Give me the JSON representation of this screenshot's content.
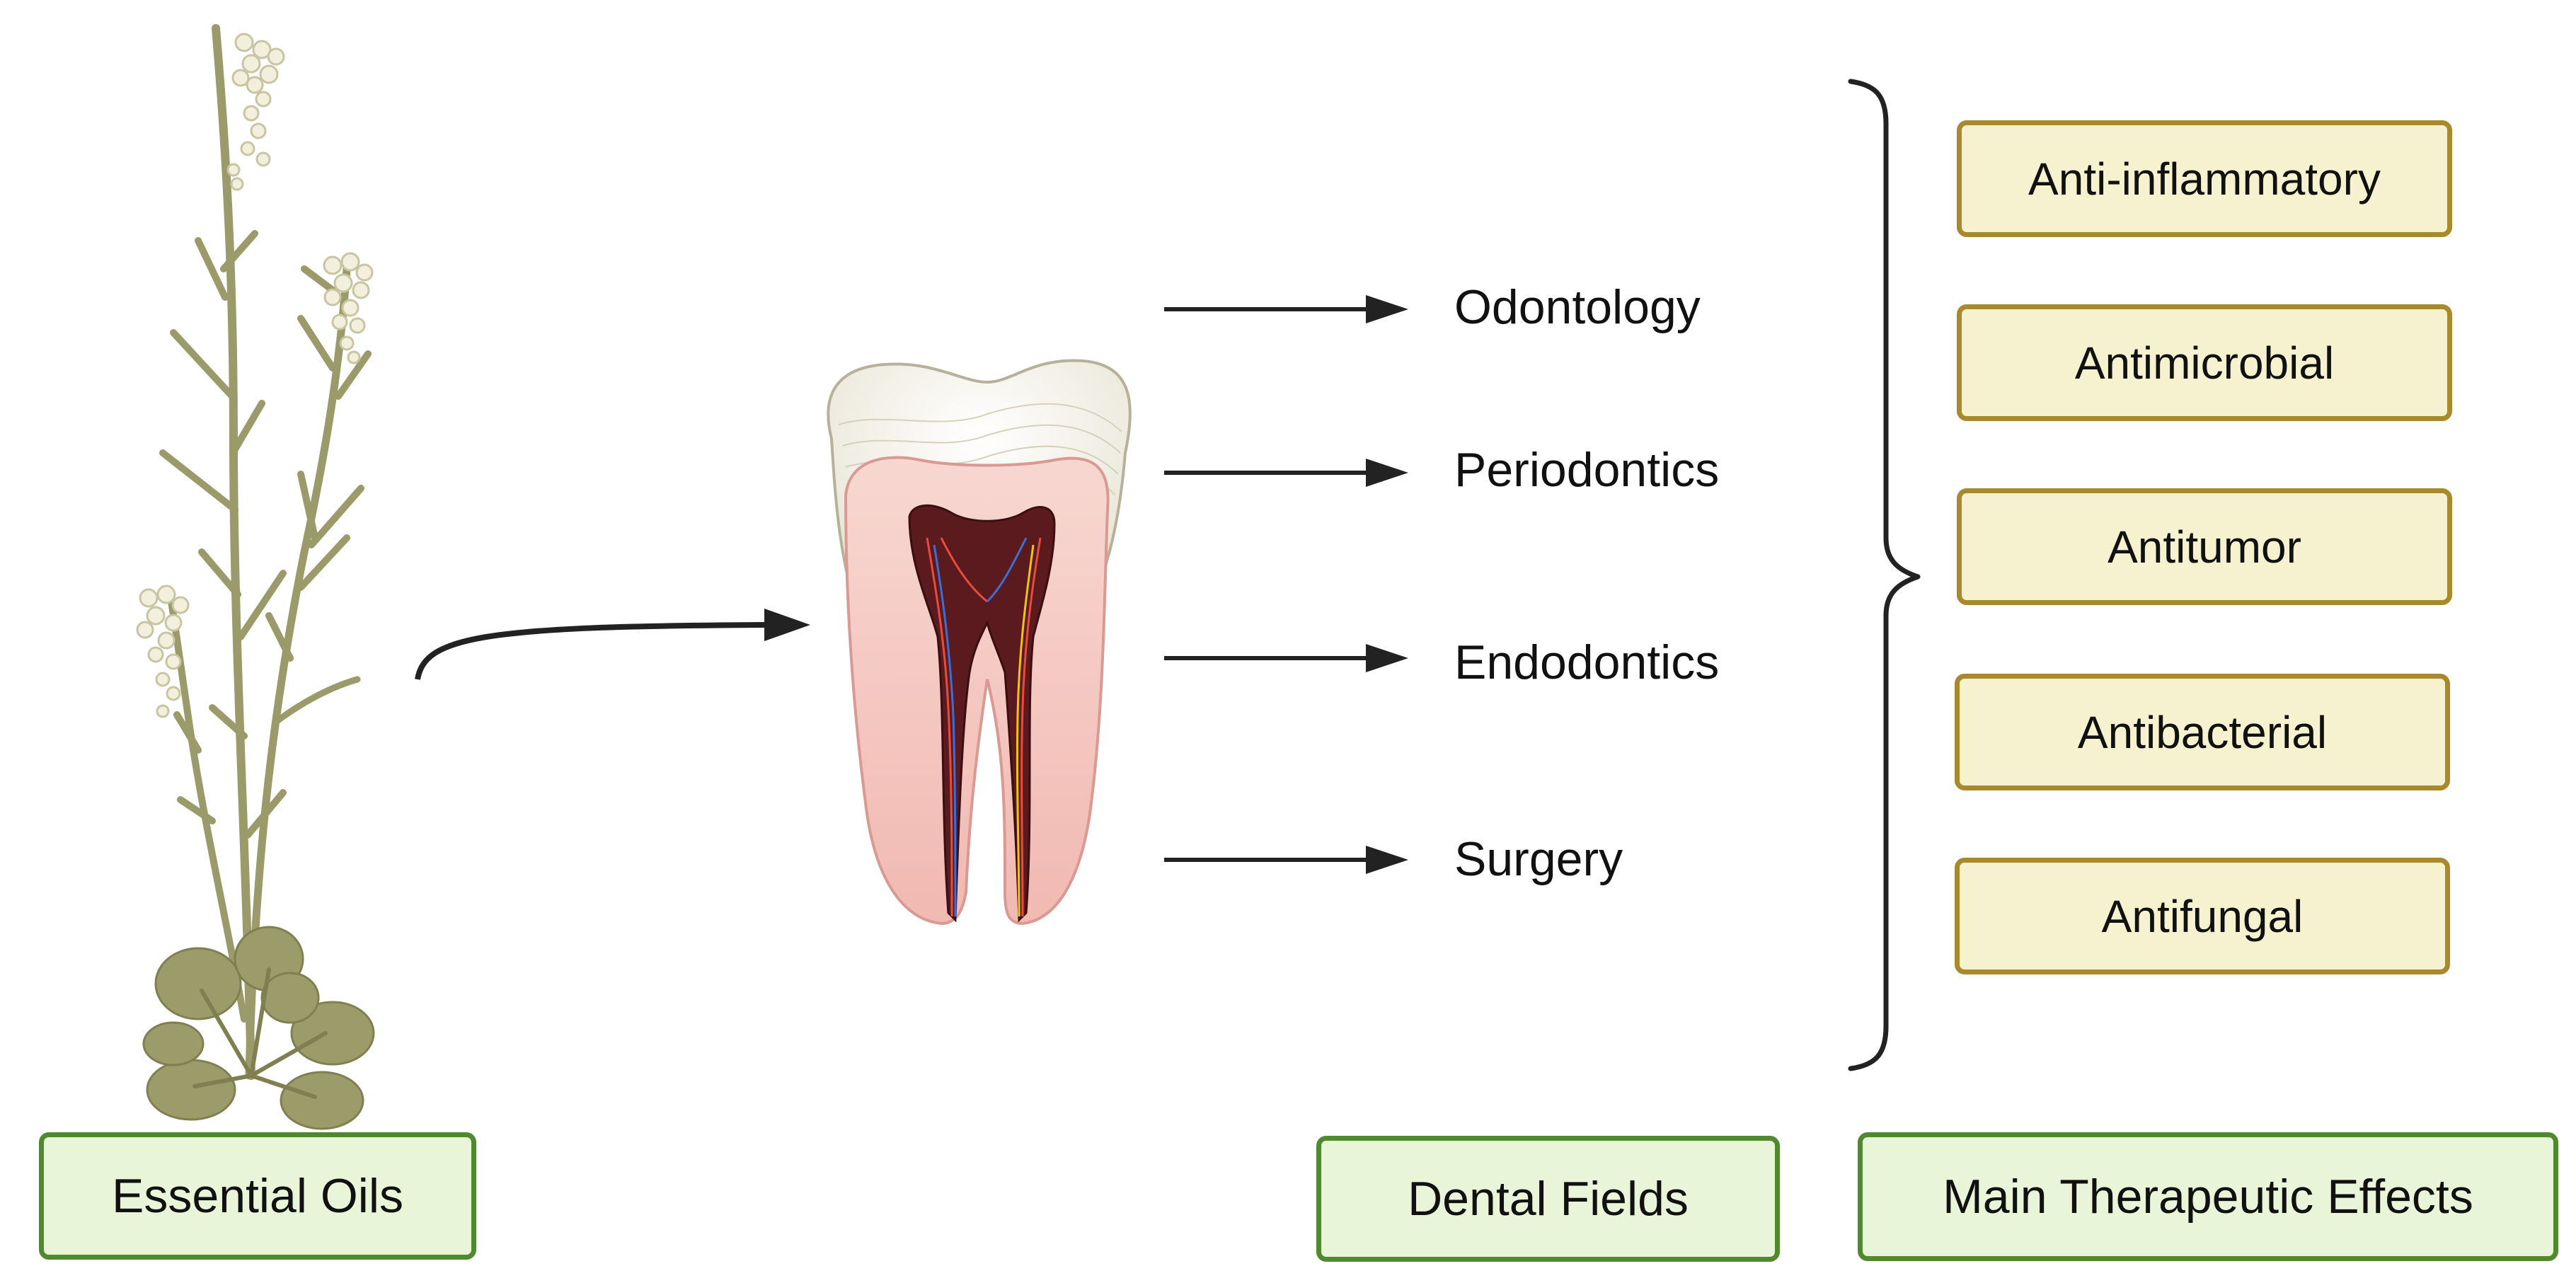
{
  "essential_oils": {
    "label": "Essential Oils"
  },
  "dental_fields": {
    "label": "Dental Fields",
    "items": [
      {
        "label": "Odontology"
      },
      {
        "label": "Periodontics"
      },
      {
        "label": "Endodontics"
      },
      {
        "label": "Surgery"
      }
    ]
  },
  "therapeutic_effects": {
    "label": "Main Therapeutic Effects",
    "items": [
      {
        "label": "Anti-inflammatory"
      },
      {
        "label": "Antimicrobial"
      },
      {
        "label": "Antitumor"
      },
      {
        "label": "Antibacterial"
      },
      {
        "label": "Antifungal"
      }
    ]
  },
  "colors": {
    "green_box_fill": "#e8f5d8",
    "green_box_border": "#4f8a2e",
    "yellow_box_fill": "#f6f2cf",
    "yellow_box_border": "#a8892d",
    "plant_stem": "#9a9a6a",
    "plant_leaf": "#9c9c6a",
    "flower": "#f2efdc",
    "tooth_enamel": "#f3f1e6",
    "tooth_dentin": "#f4c6c0",
    "tooth_pulp": "#5a1a1e",
    "arrow": "#222222"
  }
}
